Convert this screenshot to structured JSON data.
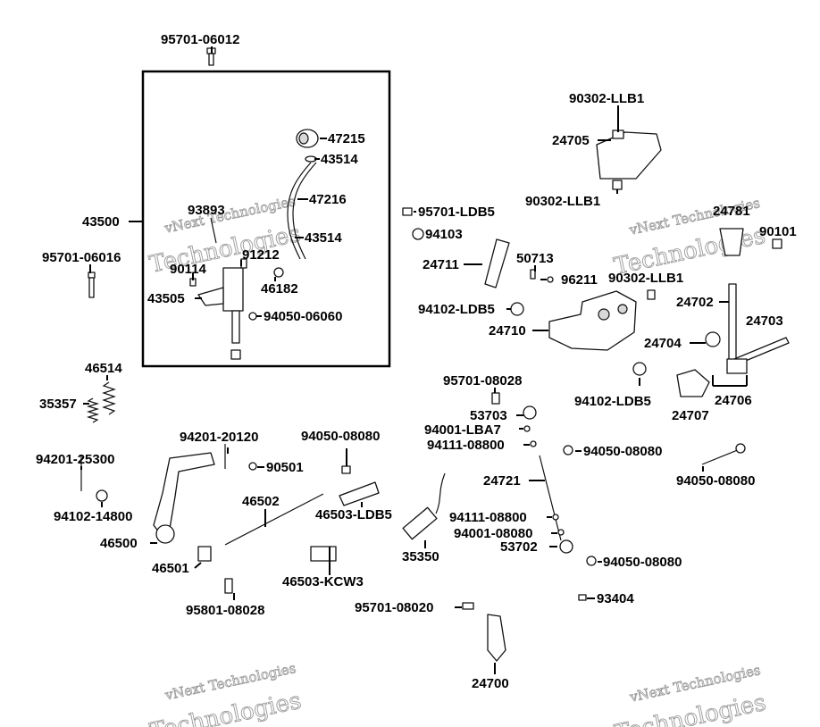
{
  "watermark": {
    "line1": "vNext Technologies",
    "line2": "Technologies"
  },
  "labels": {
    "p95701_06012": "95701-06012",
    "p43500": "43500",
    "p47215": "47215",
    "p43514a": "43514",
    "p47216": "47216",
    "p93893": "93893",
    "p43514b": "43514",
    "p95701_06016": "95701-06016",
    "p91212": "91212",
    "p90114": "90114",
    "p46182": "46182",
    "p43505": "43505",
    "p94050_06060": "94050-06060",
    "p90302_llb1_a": "90302-LLB1",
    "p24705": "24705",
    "p90302_llb1_b": "90302-LLB1",
    "p95701_ldb5": "95701-LDB5",
    "p94103": "94103",
    "p24781": "24781",
    "p90101": "90101",
    "p24711": "24711",
    "p50713": "50713",
    "p96211": "96211",
    "p90302_llb1_c": "90302-LLB1",
    "p94102_ldb5_a": "94102-LDB5",
    "p24702": "24702",
    "p24703": "24703",
    "p24710": "24710",
    "p24704": "24704",
    "p46514": "46514",
    "p35357": "35357",
    "p95701_08028": "95701-08028",
    "p94102_ldb5_b": "94102-LDB5",
    "p24707": "24707",
    "p24706": "24706",
    "p53703": "53703",
    "p94001_lba7": "94001-LBA7",
    "p94111_08800a": "94111-08800",
    "p94050_08080a": "94050-08080",
    "p94050_08080b": "94050-08080",
    "p94050_08080c": "94050-08080",
    "p94201_20120": "94201-20120",
    "p94201_25300": "94201-25300",
    "p90501": "90501",
    "p24721": "24721",
    "p46502": "46502",
    "p46503_ldb5": "46503-LDB5",
    "p94102_14800": "94102-14800",
    "p94111_08800b": "94111-08800",
    "p94001_08080": "94001-08080",
    "p46500": "46500",
    "p35350": "35350",
    "p53702": "53702",
    "p94050_08080d": "94050-08080",
    "p46501": "46501",
    "p46503_kcw3": "46503-KCW3",
    "p93404": "93404",
    "p95801_08028": "95801-08028",
    "p95701_08020": "95701-08020",
    "p24700": "24700"
  }
}
